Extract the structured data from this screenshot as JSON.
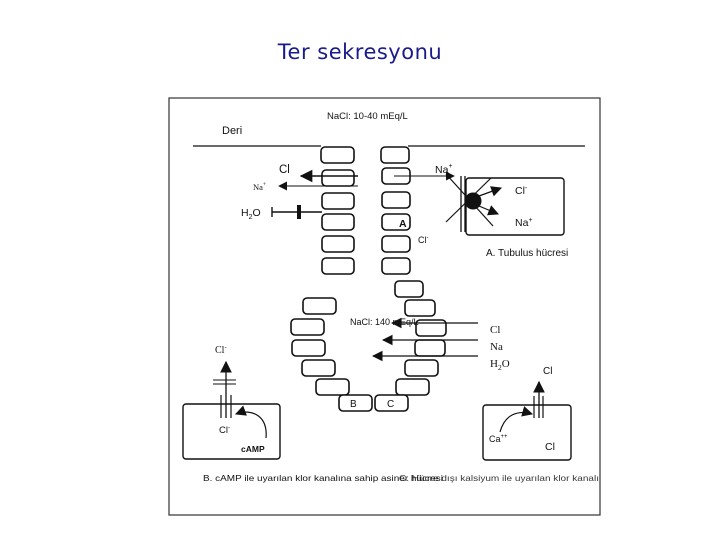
{
  "title": "Ter sekresyonu",
  "figure": {
    "top_nacl": "NaCl: 10-40 mEq/L",
    "skin": "Deri",
    "left_ions": {
      "cl": "Cl",
      "na": "Na",
      "na_sup": "+",
      "h2o_h": "H",
      "h2o_2": "2",
      "h2o_o": "O"
    },
    "cell_label_a": "A",
    "right_top": {
      "na": "Na",
      "na_sup": "+",
      "cl_below": "Cl",
      "cl_below_sup": "-"
    },
    "box_a": {
      "cl": "Cl",
      "cl_sup": "-",
      "na": "Na",
      "na_sup": "+"
    },
    "caption_a": "A. Tubulus hücresi",
    "mid_nacl": "NaCl: 140 mEq/L",
    "mid_right": {
      "cl": "Cl",
      "na": "Na",
      "h2o_h": "H",
      "h2o_2": "2",
      "h2o_o": "O"
    },
    "cell_label_b": "B",
    "cell_label_c": "C",
    "box_b": {
      "cl_top": "Cl",
      "cl_top_sup": "-",
      "cl_inner": "Cl",
      "cl_inner_sup": "-",
      "camp": "cAMP"
    },
    "box_c": {
      "cl_top": "Cl",
      "ca": "Ca",
      "ca_sup": "++",
      "cl_inner": "Cl"
    },
    "caption_b": "B. cAMP ile uyarılan klor kanalına sahip asiner hücresi",
    "caption_c": "C. Hücre dışı kalsiyum ile uyarılan klor kanalı"
  }
}
